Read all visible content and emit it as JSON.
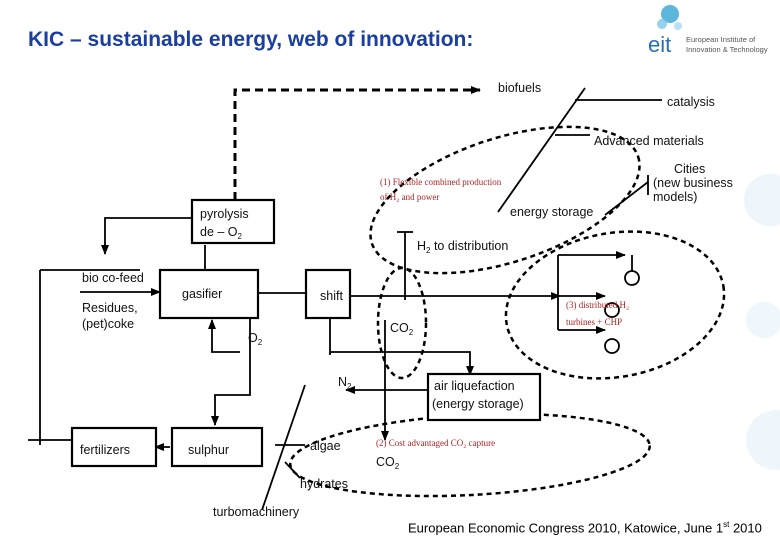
{
  "title": "KIC – sustainable energy, web of innovation:",
  "logo": {
    "mark": "eit",
    "line1": "European Institute of",
    "line2": "Innovation & Technology"
  },
  "footer": {
    "prefix": "European Economic Congress 2010, Katowice, June 1",
    "sup": "st",
    "suffix": " 2010"
  },
  "boxes": {
    "pyrolysis_line1": "pyrolysis",
    "pyrolysis_line2": "de – O",
    "pyrolysis_sub": "2",
    "gasifier": "gasifier",
    "shift": "shift",
    "air_liq_line1": "air liquefaction",
    "air_liq_line2": "(energy storage)",
    "fertilizers": "fertilizers",
    "sulphur": "sulphur"
  },
  "labels": {
    "biofuels": "biofuels",
    "catalysis": "catalysis",
    "advanced_materials": "Advanced materials",
    "cities_line1": "Cities",
    "cities_line2": "(new business",
    "cities_line3": "models)",
    "energy_storage": "energy storage",
    "h2_distribution_pre": "H",
    "h2_distribution_sub": "2",
    "h2_distribution_post": " to distribution",
    "bio_cofeed": "bio co-feed",
    "residues_line1": "Residues,",
    "residues_line2": "(pet)coke",
    "o2_pre": "O",
    "o2_sub": "2",
    "co2_a_pre": "CO",
    "co2_a_sub": "2",
    "n2_pre": "N",
    "n2_sub": "2",
    "algae": "algae",
    "co2_b_pre": "CO",
    "co2_b_sub": "2",
    "hydrates": "hydrates",
    "turbomachinery": "turbomachinery"
  },
  "annotations": {
    "flexible_line1": "(1) Flexible combined production",
    "flexible_line2": "of H₂ and power",
    "distributed_line1": "(3) distributed H₂",
    "distributed_line2": "turbines + CHP",
    "cost_capture": "(2) Cost advantaged CO₂ capture"
  },
  "colors": {
    "title": "#1a3fa0",
    "annotation": "#b22222",
    "line": "#000000"
  }
}
